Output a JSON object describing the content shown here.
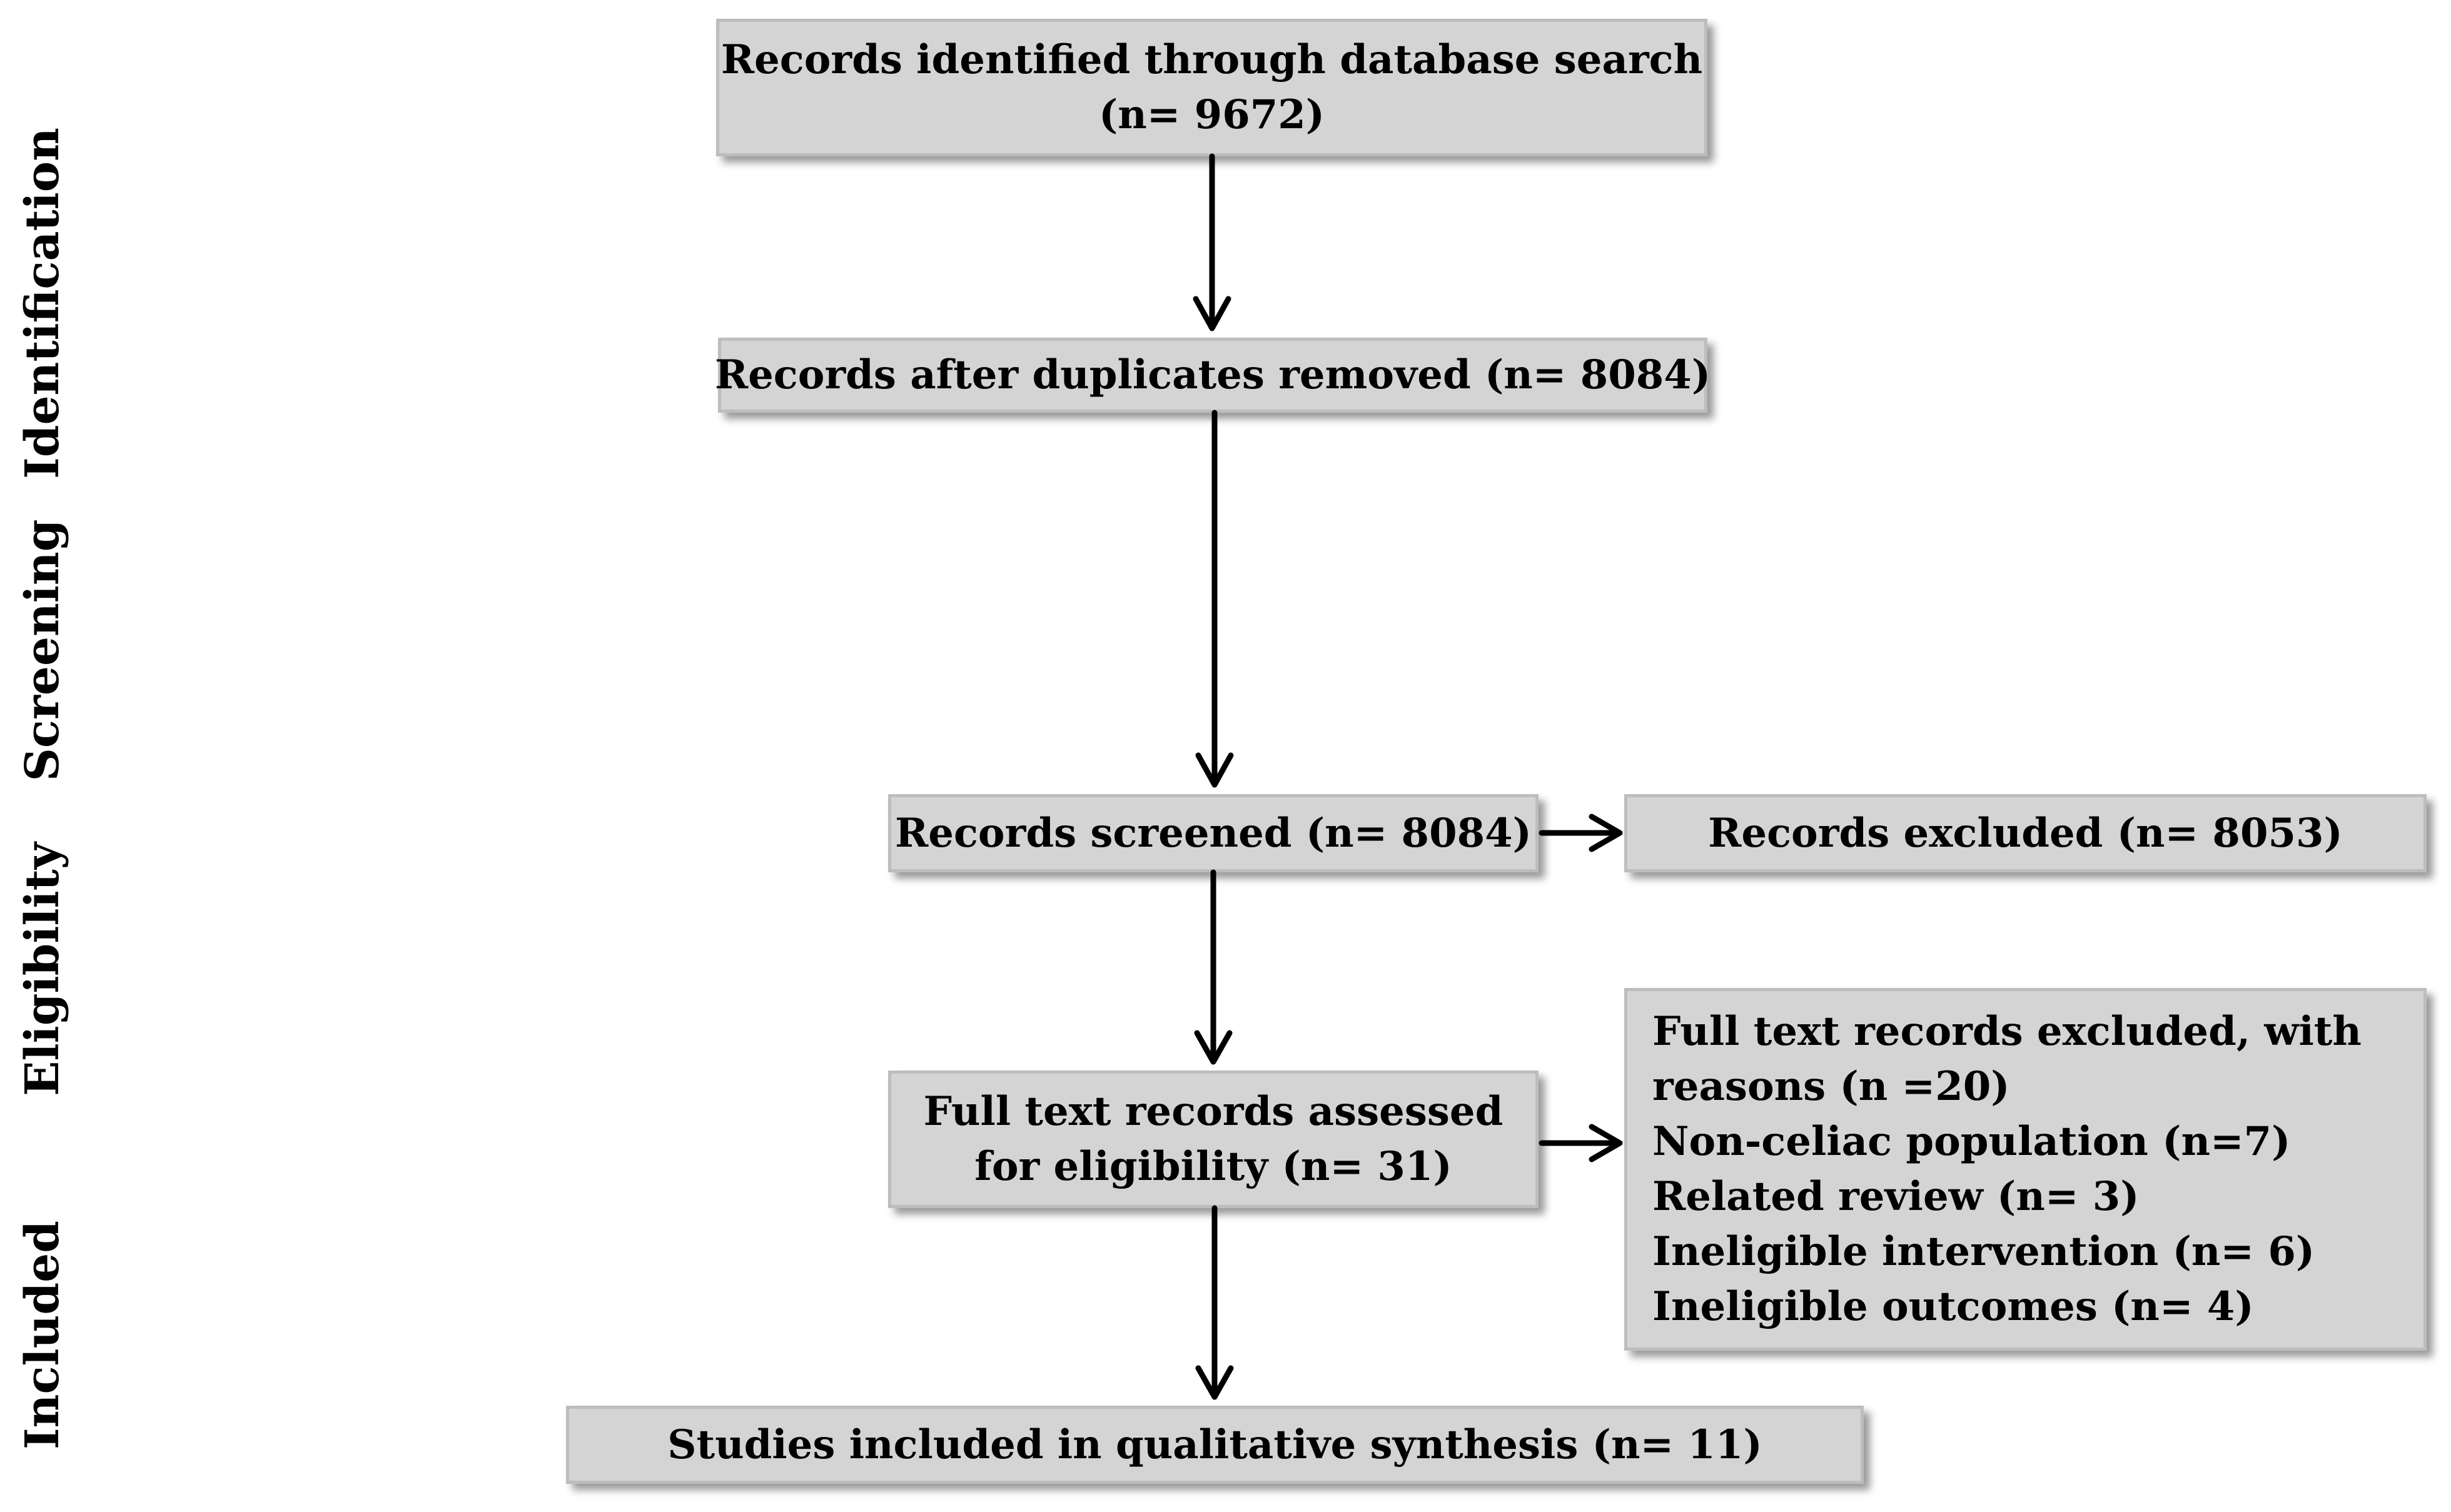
{
  "phases": {
    "identification": "Identification",
    "screening": "Screening",
    "eligibility": "Eligibility",
    "included": "Included"
  },
  "boxes": {
    "identified": {
      "line1": "Records identified through database search",
      "line2": "(n= 9672)"
    },
    "deduplicated": {
      "line1": "Records after duplicates removed (n=  8084)"
    },
    "screened": {
      "line1": "Records screened (n= 8084)"
    },
    "excluded": {
      "line1": "Records excluded (n=  8053)"
    },
    "assessed": {
      "line1": "Full text records assessed",
      "line2": "for eligibility (n= 31)"
    },
    "fulltext_excluded": {
      "line1": "Full text records excluded, with",
      "line2": "reasons (n =20)",
      "reasons": [
        "Non-celiac population (n=7)",
        "Related review (n=  3)",
        "Ineligible intervention (n=   6)",
        "Ineligible outcomes (n= 4)"
      ]
    },
    "included": {
      "line1": "Studies included in qualitative synthesis (n=    11)"
    }
  }
}
